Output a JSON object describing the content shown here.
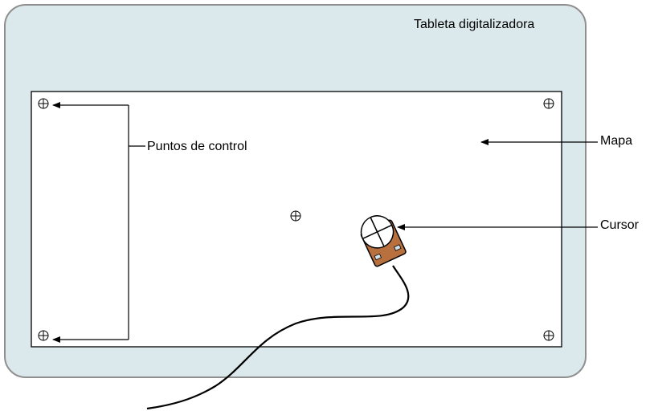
{
  "tablet": {
    "title": "Tableta digitalizadora",
    "fill_color": "#dce9ec",
    "border_color": "#8f8f8f"
  },
  "labels": {
    "control_points": "Puntos de control",
    "map": "Mapa",
    "cursor": "Cursor"
  },
  "colors": {
    "cursor_body": "#b8703e",
    "line": "#000000",
    "map_fill": "#ffffff"
  },
  "icons": {
    "control_point": "crosshair-circle-icon",
    "cursor_lens": "crosshair-lens-icon"
  }
}
